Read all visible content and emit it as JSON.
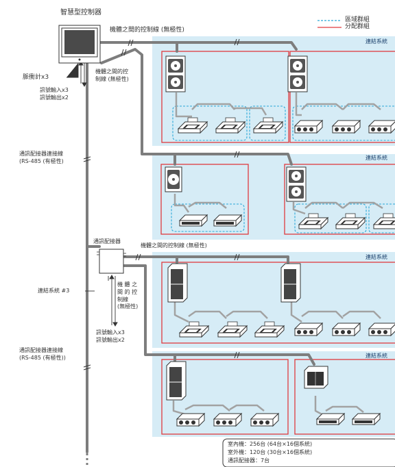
{
  "controller": {
    "title": "智慧型控制器"
  },
  "legend": {
    "zone_group": "區域群組",
    "distribution_group": "分配群組"
  },
  "labels": {
    "ctrl_line_top": "機體之間的控制線 (無極性)",
    "ctrl_line_left": "機體之間的控\n制線 (無極性)",
    "pulse_meter": "脈衝計x3",
    "signal_io_top": "訊號輸入x3\n訊號輸出x2",
    "adapter_line_1": "通訊配接器連接線\n(RS-485 (有極性)",
    "adapter": "通訊配接器",
    "ctrl_line_mid": "機體之間的控制線 (無極性)",
    "ctrl_line_vertical": "機 體 之\n間 的 控\n制線\n(無極性)",
    "link_system_3": "連結系統 #3",
    "signal_io_bottom": "訊號輸入x3\n訊號輸出x2",
    "adapter_line_2": "通訊配接器連接線\n(RS-485 (有極性))"
  },
  "systems": [
    {
      "label": "連結系統"
    },
    {
      "label": "連結系統"
    },
    {
      "label": "連結系統"
    },
    {
      "label": "連結系統"
    }
  ],
  "summary": {
    "indoor": "室內機：256台 (64台×16個系統)",
    "outdoor": "室外機：120台 (30台×16個系統)",
    "adapter": "通訊配接器：7台"
  },
  "colors": {
    "panel": "#d6ecf6",
    "red": "#e03a3e",
    "cyan": "#29a8d8",
    "line": "#7a7a7a",
    "dark_line": "#5f5f5f"
  }
}
